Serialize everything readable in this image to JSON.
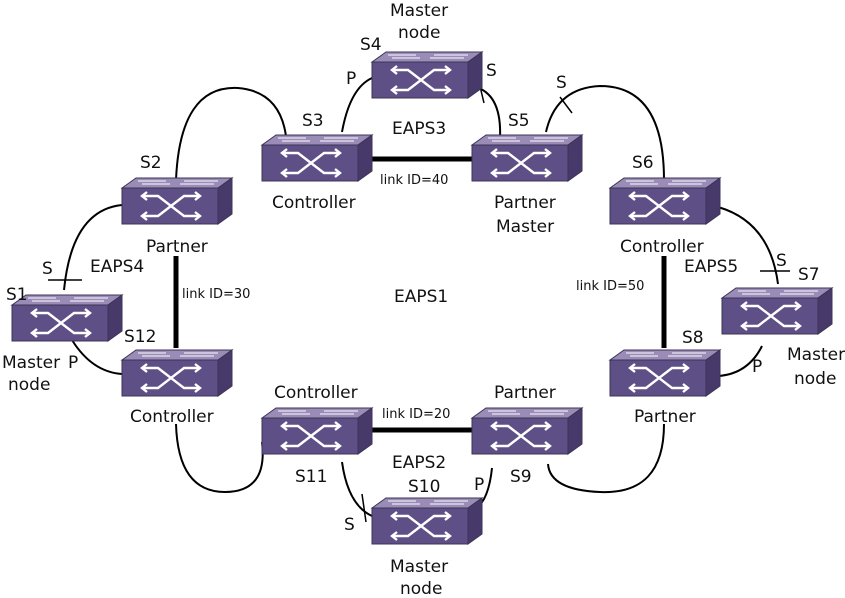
{
  "switches": [
    {
      "id": "S1",
      "name": "S1",
      "roles": [
        "Master",
        "node"
      ]
    },
    {
      "id": "S2",
      "name": "S2",
      "roles": [
        "Partner"
      ]
    },
    {
      "id": "S3",
      "name": "S3",
      "roles": [
        "Controller"
      ]
    },
    {
      "id": "S4",
      "name": "S4",
      "roles": [
        "Master",
        "node"
      ]
    },
    {
      "id": "S5",
      "name": "S5",
      "roles": [
        "Partner",
        "Master"
      ]
    },
    {
      "id": "S6",
      "name": "S6",
      "roles": [
        "Controller"
      ]
    },
    {
      "id": "S7",
      "name": "S7",
      "roles": [
        "Master",
        "node"
      ]
    },
    {
      "id": "S8",
      "name": "S8",
      "roles": [
        "Partner"
      ]
    },
    {
      "id": "S9",
      "name": "S9",
      "roles": [
        "Partner"
      ]
    },
    {
      "id": "S10",
      "name": "S10",
      "roles": [
        "Master",
        "node"
      ]
    },
    {
      "id": "S11",
      "name": "S11",
      "roles": [
        "Controller"
      ]
    },
    {
      "id": "S12",
      "name": "S12",
      "roles": [
        "Controller"
      ]
    }
  ],
  "rings": [
    {
      "id": "EAPS1",
      "label": "EAPS1"
    },
    {
      "id": "EAPS2",
      "label": "EAPS2"
    },
    {
      "id": "EAPS3",
      "label": "EAPS3"
    },
    {
      "id": "EAPS4",
      "label": "EAPS4"
    },
    {
      "id": "EAPS5",
      "label": "EAPS5"
    }
  ],
  "shared_links": [
    {
      "id": "link40",
      "label": "link ID=40"
    },
    {
      "id": "link30",
      "label": "link ID=30"
    },
    {
      "id": "link50",
      "label": "link ID=50"
    },
    {
      "id": "link20",
      "label": "link ID=20"
    }
  ],
  "port_labels": {
    "primary": "P",
    "secondary": "S"
  }
}
